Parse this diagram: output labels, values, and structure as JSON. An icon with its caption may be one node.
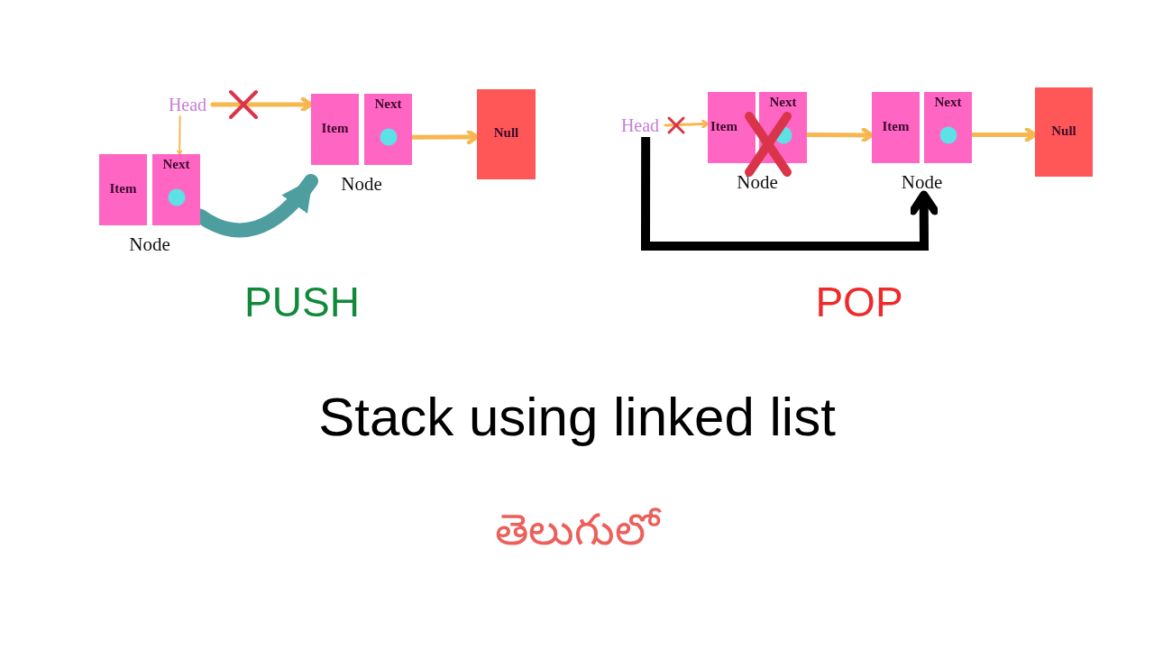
{
  "diagram": {
    "title": "Stack using linked list",
    "caption": "తెలుగులో",
    "nodes": [
      {
        "text": [
          "Head"
        ]
      },
      {
        "text": [
          "Node"
        ]
      },
      {
        "text": [
          "Item"
        ],
        "in": 1
      },
      {
        "text": [
          "Next"
        ],
        "in": 1
      },
      {
        "text": [
          "Node"
        ]
      },
      {
        "text": [
          "Item"
        ],
        "in": 4
      },
      {
        "text": [
          "Next"
        ],
        "in": 4
      },
      {
        "text": [
          "Null"
        ]
      },
      {
        "text": [
          "Head"
        ]
      },
      {
        "text": [
          "Node"
        ]
      },
      {
        "text": [
          "Item"
        ],
        "in": 9
      },
      {
        "text": [
          "Next"
        ],
        "in": 9
      },
      {
        "text": [
          "Node"
        ]
      },
      {
        "text": [
          "Item"
        ],
        "in": 12
      },
      {
        "text": [
          "Next"
        ],
        "in": 12
      },
      {
        "text": [
          "Null"
        ]
      }
    ],
    "edges": [
      {
        "from": 0,
        "to": 4,
        "arrow": "to"
      },
      {
        "from": 0,
        "to": 3,
        "arrow": "to"
      },
      {
        "from": 6,
        "to": 7,
        "arrow": "to"
      },
      {
        "from": 1,
        "to": 4,
        "arrow": "to",
        "style": "thick",
        "color": "#4e9ea0"
      },
      {
        "from": 8,
        "to": 9,
        "arrow": "to"
      },
      {
        "from": 11,
        "to": 12,
        "arrow": "to"
      },
      {
        "from": 14,
        "to": 15,
        "arrow": "to"
      },
      {
        "from": 8,
        "to": 12,
        "arrow": "to",
        "style": "thick",
        "color": "#000000"
      }
    ],
    "labels": [
      "PUSH",
      "POP"
    ]
  }
}
